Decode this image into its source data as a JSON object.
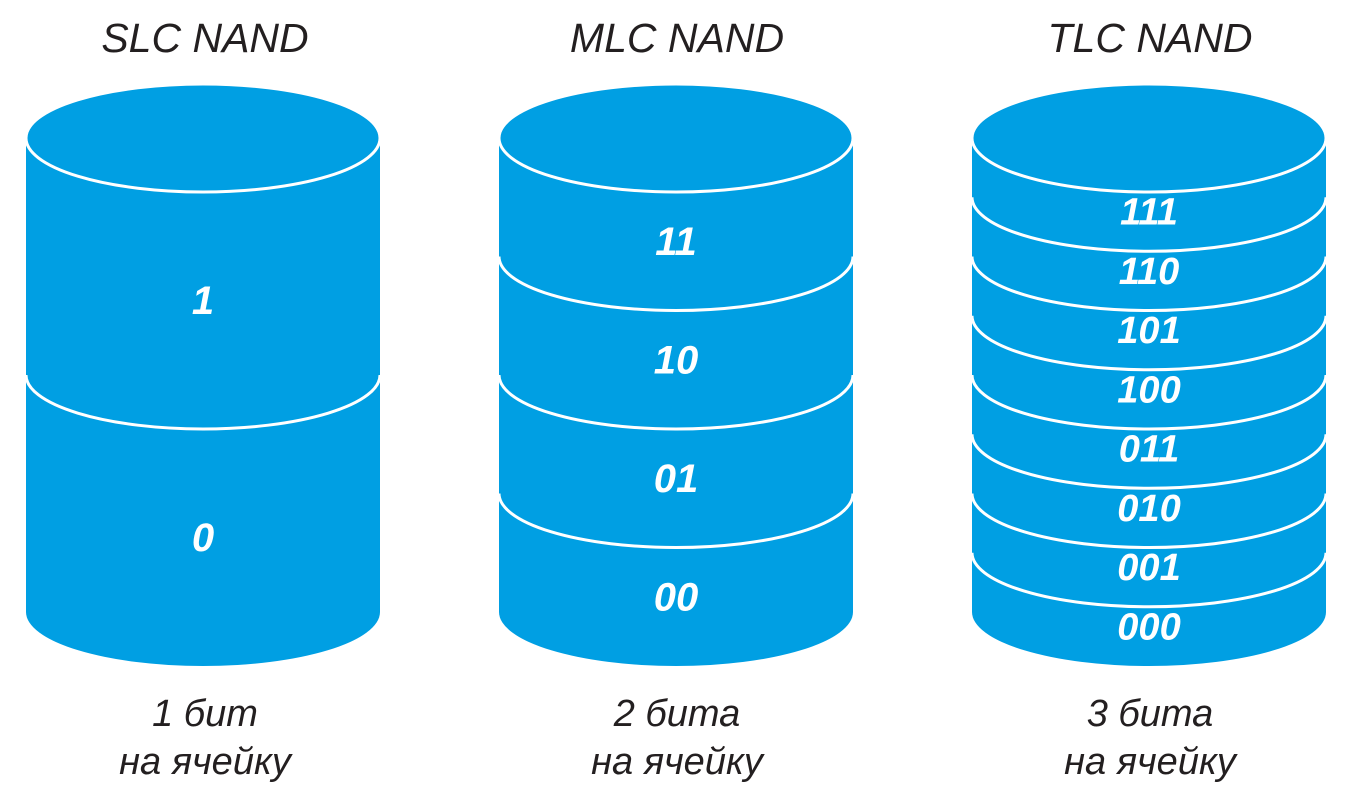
{
  "colors": {
    "cylinder_fill": "#009fe3",
    "separator": "#ffffff",
    "label": "#ffffff",
    "text": "#231f20"
  },
  "columns": [
    {
      "title": "SLC NAND",
      "levels": [
        "1",
        "0"
      ],
      "caption_line1": "1 бит",
      "caption_line2": "на ячейку"
    },
    {
      "title": "MLC NAND",
      "levels": [
        "11",
        "10",
        "01",
        "00"
      ],
      "caption_line1": "2 бита",
      "caption_line2": "на ячейку"
    },
    {
      "title": "TLC NAND",
      "levels": [
        "111",
        "110",
        "101",
        "100",
        "011",
        "010",
        "001",
        "000"
      ],
      "caption_line1": "3 бита",
      "caption_line2": "на ячейку"
    }
  ]
}
